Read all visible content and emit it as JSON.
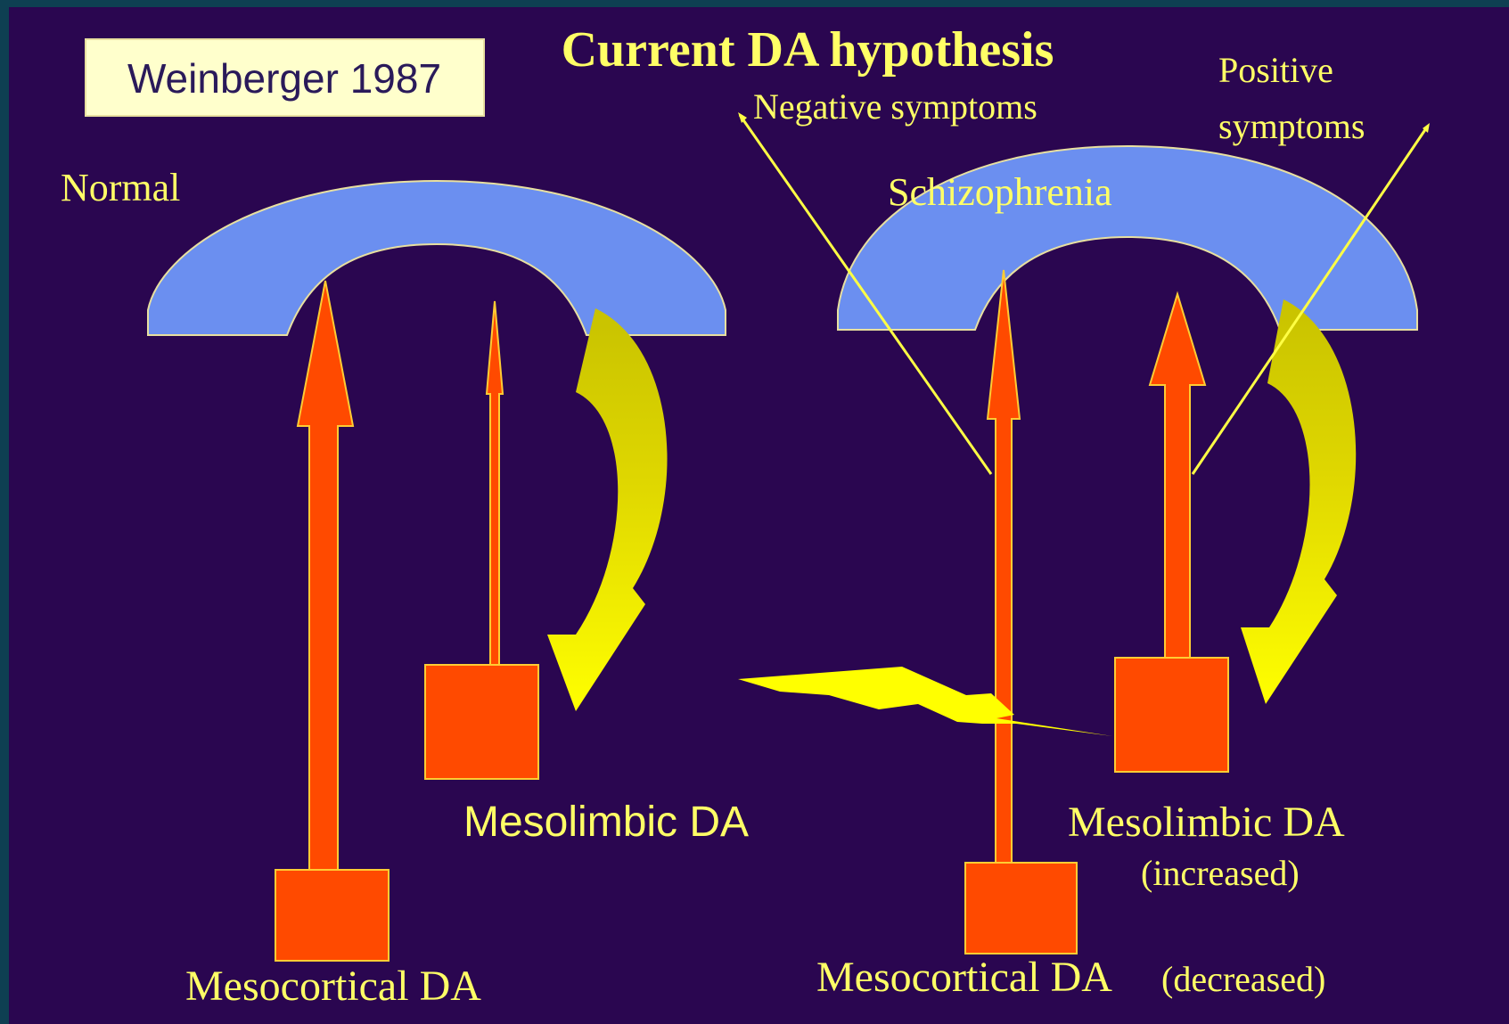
{
  "slide": {
    "title": "Current DA hypothesis",
    "citation": "Weinberger 1987",
    "normal_label": "Normal",
    "schizophrenia_label": "Schizophrenia",
    "negative_symptoms": "Negative symptoms",
    "positive_symptoms_line1": "Positive",
    "positive_symptoms_line2": "symptoms",
    "left_mesolimbic": "Mesolimbic DA",
    "left_mesocortical": "Mesocortical DA",
    "right_mesolimbic": "Mesolimbic DA",
    "right_mesolimbic_note": "(increased)",
    "right_mesocortical": "Mesocortical DA",
    "right_mesocortical_note": "(decreased)"
  },
  "colors": {
    "background": "#2a0650",
    "frame": "#0e3f52",
    "cortex": "#6b8ff0",
    "pathway": "#ff4a00",
    "label": "#ffff66",
    "feedback": "#ffff00"
  }
}
